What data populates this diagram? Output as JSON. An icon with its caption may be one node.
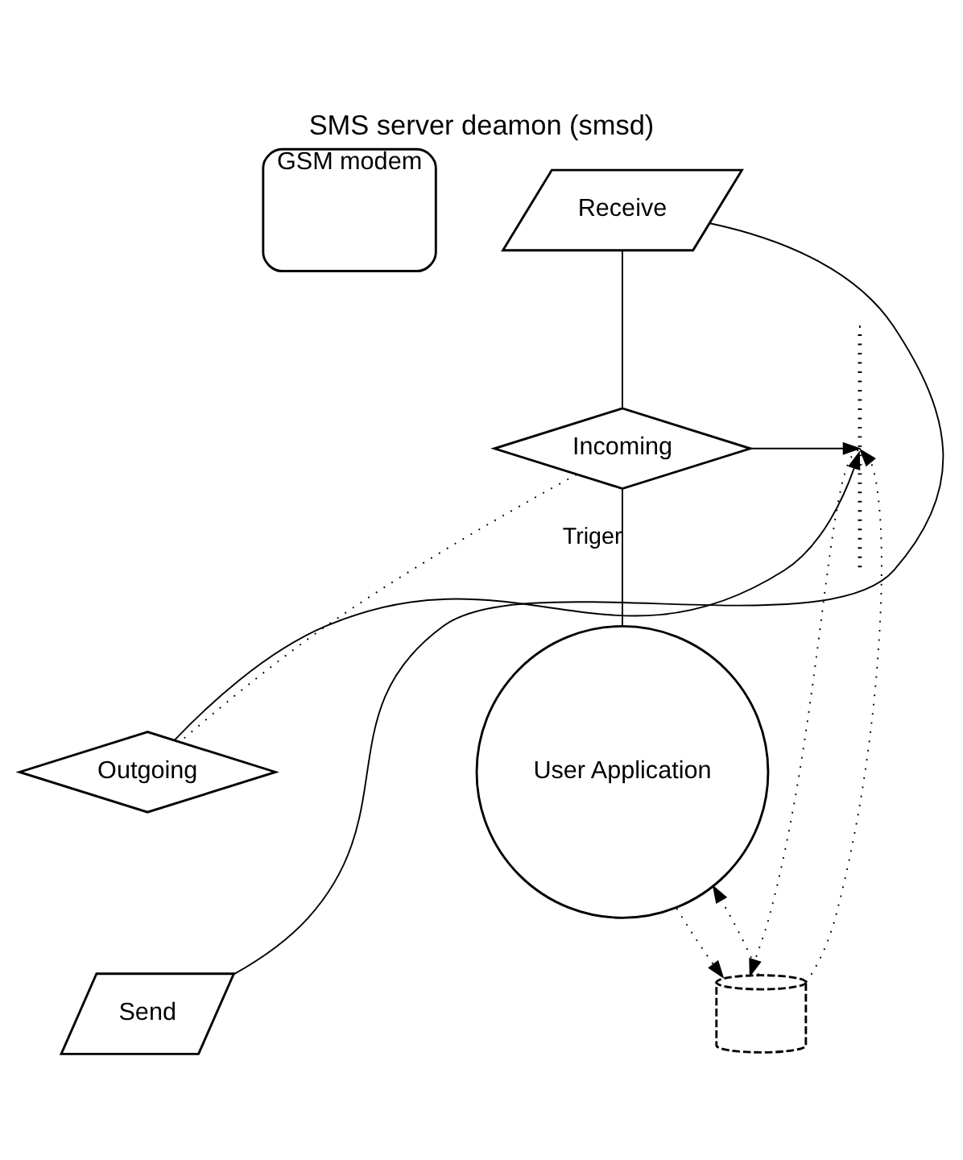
{
  "diagram": {
    "title": "SMS server deamon (smsd)",
    "nodes": [
      {
        "text": [
          "GSM modem"
        ]
      },
      {
        "text": [
          "Receive"
        ]
      },
      {
        "text": [
          "Incoming"
        ]
      },
      {
        "text": [
          "Outgoing"
        ]
      },
      {
        "text": [
          "Send"
        ]
      },
      {
        "text": [],
        "shape": "bar"
      },
      {
        "text": [],
        "shape": "cylinder"
      },
      {
        "text": [
          "User Application"
        ]
      }
    ],
    "edges": [
      {
        "from": 1,
        "to": 2,
        "arrow": "none"
      },
      {
        "from": 2,
        "to": 3,
        "arrow": "none",
        "style": "dashed"
      },
      {
        "from": 4,
        "to": 1,
        "arrow": "none"
      },
      {
        "from": 2,
        "to": 7,
        "arrow": "none",
        "label": "Triger"
      },
      {
        "from": 2,
        "to": 5,
        "arrow": "to"
      },
      {
        "from": 3,
        "to": 5,
        "arrow": "to"
      },
      {
        "from": 5,
        "to": 6,
        "arrow": "to",
        "style": "dashed"
      },
      {
        "from": 6,
        "to": 5,
        "arrow": "to",
        "style": "dashed"
      },
      {
        "from": 6,
        "to": 7,
        "arrow": "to",
        "style": "dashed"
      },
      {
        "from": 7,
        "to": 6,
        "arrow": "to",
        "style": "dashed"
      }
    ]
  }
}
